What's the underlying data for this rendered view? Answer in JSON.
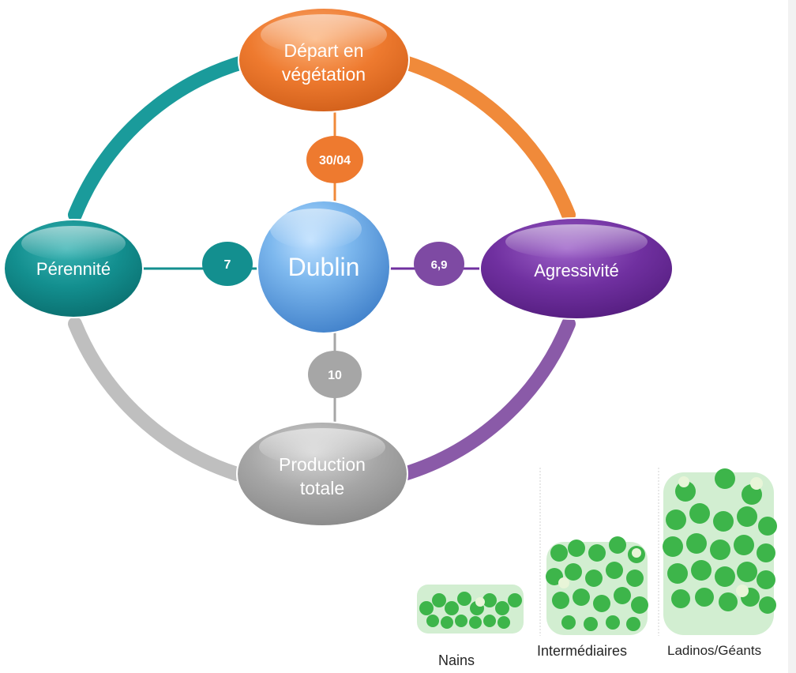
{
  "center": {
    "label": "Dublin"
  },
  "criteria": {
    "top": {
      "label_line1": "Départ en",
      "label_line2": "végétation",
      "value": "30/04",
      "color": "#EE7A2F"
    },
    "right": {
      "label": "Agressivité",
      "value": "6,9",
      "color": "#7030A0"
    },
    "bottom": {
      "label_line1": "Production",
      "label_line2": "totale",
      "value": "10",
      "color": "#A6A6A6"
    },
    "left": {
      "label": "Pérennité",
      "value": "7",
      "color": "#138F8F"
    }
  },
  "clover_types": [
    {
      "label": "Nains"
    },
    {
      "label": "Intermédiaires"
    },
    {
      "label": "Ladinos/Géants"
    }
  ],
  "colors": {
    "center_fill": "#5B9BD5",
    "ring_teal": "#1A9B9B",
    "ring_orange": "#F08A3A",
    "ring_purple": "#8A5AA8",
    "ring_grey": "#BFBFBF",
    "clover_green": "#3DB54A"
  }
}
